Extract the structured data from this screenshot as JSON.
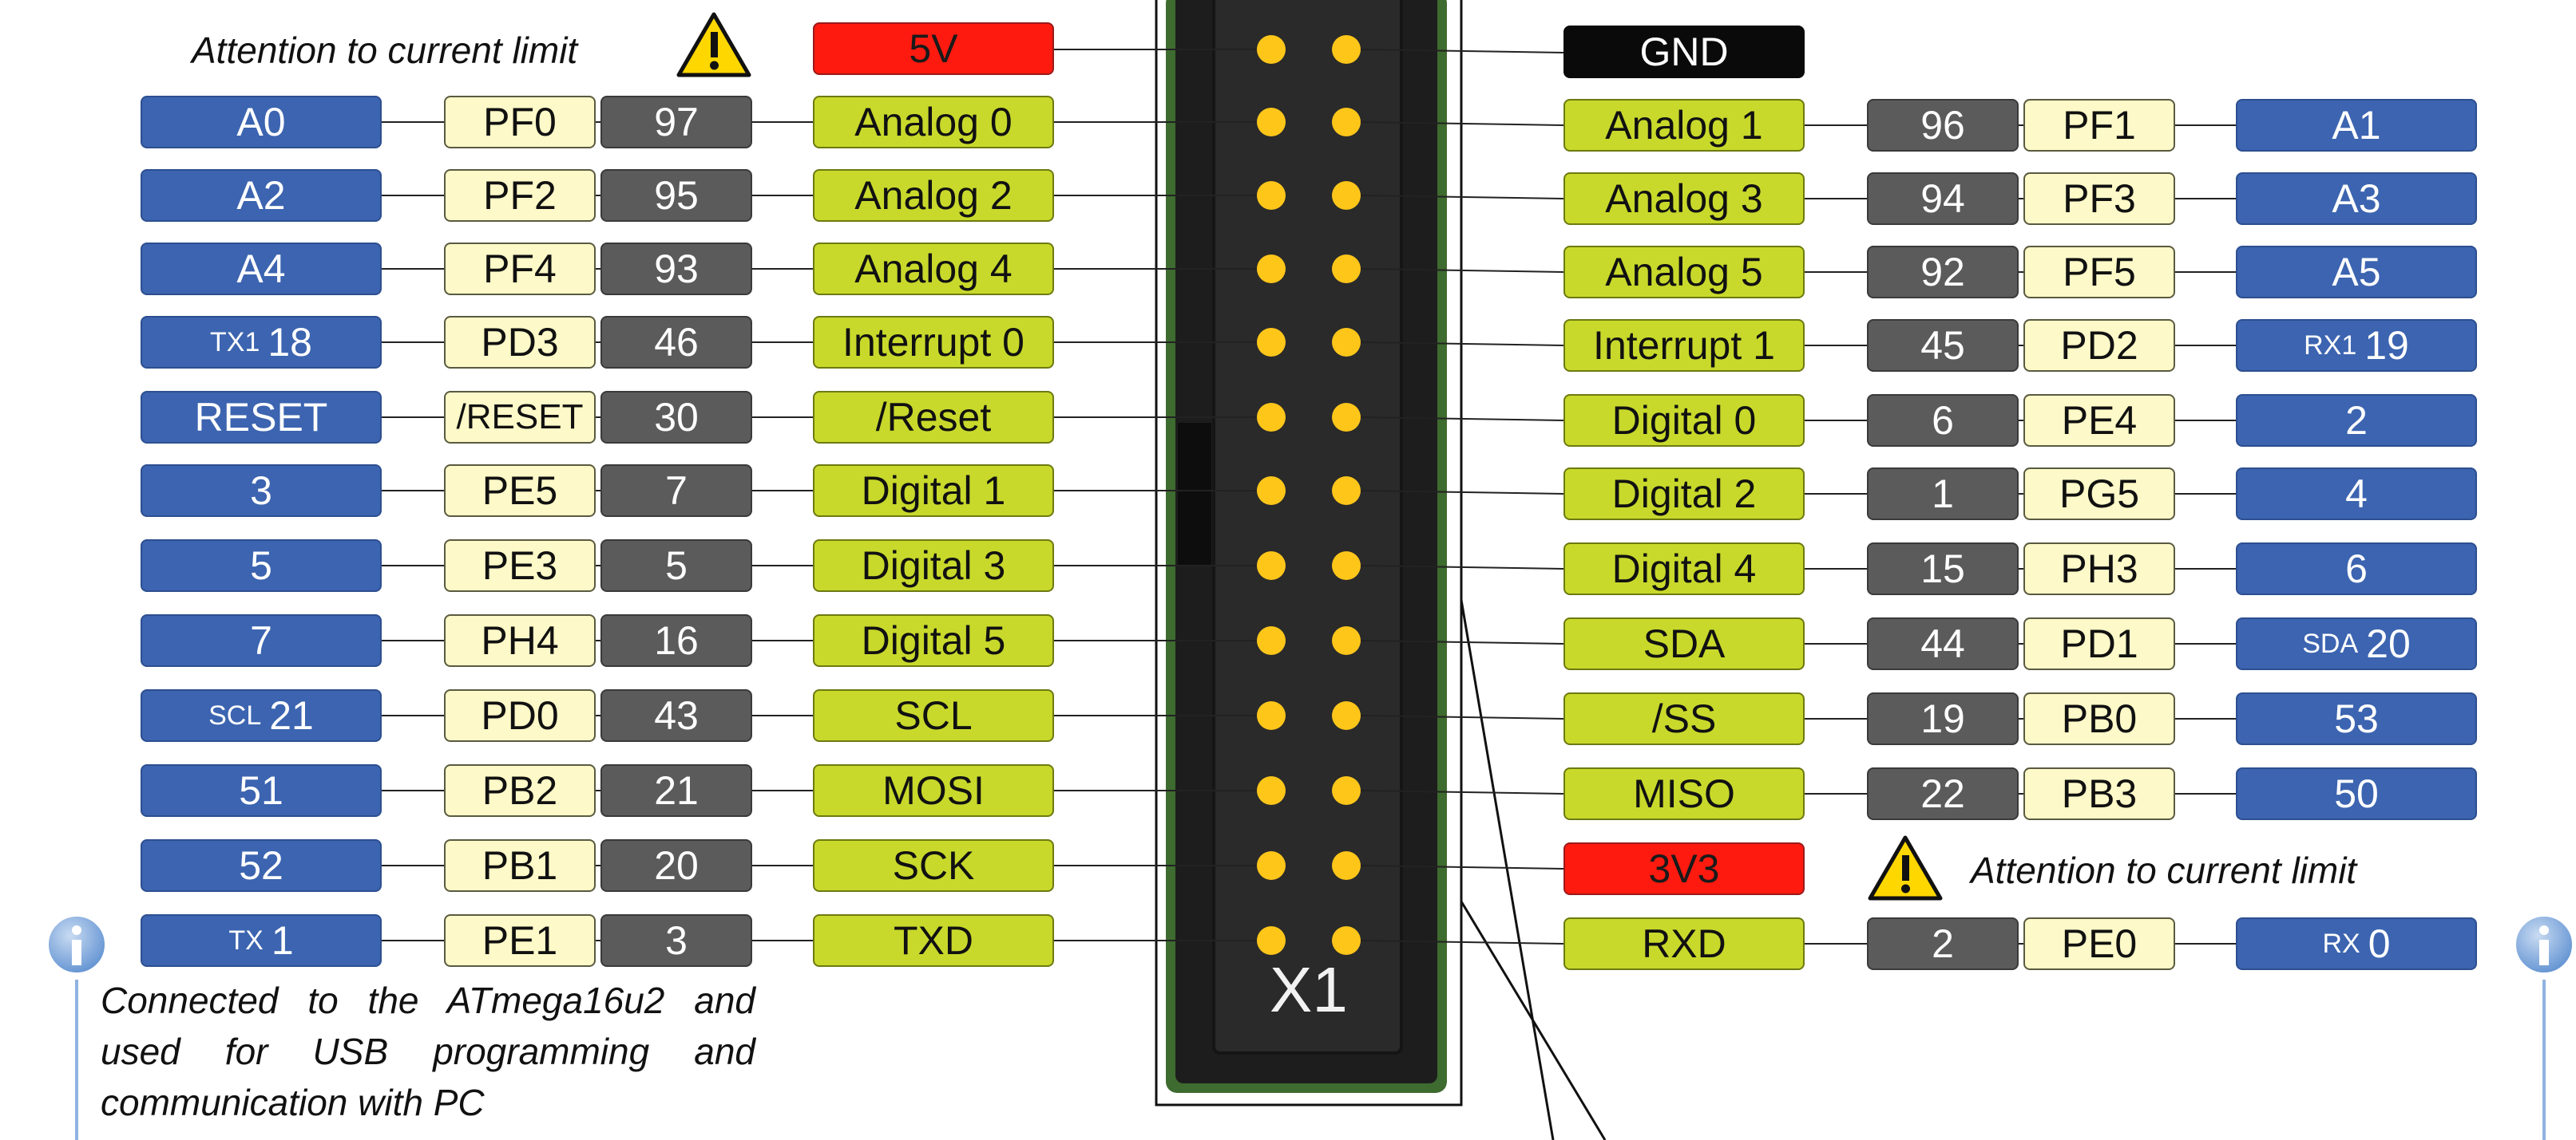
{
  "warnings": {
    "top_left": "Attention to current limit",
    "right": "Attention to current limit"
  },
  "header": {
    "connector_label": "X1",
    "top_left_pin": "5V",
    "top_right_pin": "GND"
  },
  "rows": [
    {
      "lblue": "A0",
      "lblue_small": "",
      "lport": "PF0",
      "lnum": "97",
      "lfunc": "Analog 0",
      "rfunc": "Analog 1",
      "rnum": "96",
      "rport": "PF1",
      "rblue": "A1",
      "rblue_small": ""
    },
    {
      "lblue": "A2",
      "lblue_small": "",
      "lport": "PF2",
      "lnum": "95",
      "lfunc": "Analog 2",
      "rfunc": "Analog 3",
      "rnum": "94",
      "rport": "PF3",
      "rblue": "A3",
      "rblue_small": ""
    },
    {
      "lblue": "A4",
      "lblue_small": "",
      "lport": "PF4",
      "lnum": "93",
      "lfunc": "Analog 4",
      "rfunc": "Analog 5",
      "rnum": "92",
      "rport": "PF5",
      "rblue": "A5",
      "rblue_small": ""
    },
    {
      "lblue": "18",
      "lblue_small": "TX1",
      "lport": "PD3",
      "lnum": "46",
      "lfunc": "Interrupt 0",
      "rfunc": "Interrupt 1",
      "rnum": "45",
      "rport": "PD2",
      "rblue": "19",
      "rblue_small": "RX1"
    },
    {
      "lblue": "RESET",
      "lblue_small": "",
      "lport": "/RESET",
      "lnum": "30",
      "lfunc": "/Reset",
      "rfunc": "Digital 0",
      "rnum": "6",
      "rport": "PE4",
      "rblue": "2",
      "rblue_small": ""
    },
    {
      "lblue": "3",
      "lblue_small": "",
      "lport": "PE5",
      "lnum": "7",
      "lfunc": "Digital 1",
      "rfunc": "Digital 2",
      "rnum": "1",
      "rport": "PG5",
      "rblue": "4",
      "rblue_small": ""
    },
    {
      "lblue": "5",
      "lblue_small": "",
      "lport": "PE3",
      "lnum": "5",
      "lfunc": "Digital 3",
      "rfunc": "Digital 4",
      "rnum": "15",
      "rport": "PH3",
      "rblue": "6",
      "rblue_small": ""
    },
    {
      "lblue": "7",
      "lblue_small": "",
      "lport": "PH4",
      "lnum": "16",
      "lfunc": "Digital 5",
      "rfunc": "SDA",
      "rnum": "44",
      "rport": "PD1",
      "rblue": "20",
      "rblue_small": "SDA"
    },
    {
      "lblue": "21",
      "lblue_small": "SCL",
      "lport": "PD0",
      "lnum": "43",
      "lfunc": "SCL",
      "rfunc": "/SS",
      "rnum": "19",
      "rport": "PB0",
      "rblue": "53",
      "rblue_small": ""
    },
    {
      "lblue": "51",
      "lblue_small": "",
      "lport": "PB2",
      "lnum": "21",
      "lfunc": "MOSI",
      "rfunc": "MISO",
      "rnum": "22",
      "rport": "PB3",
      "rblue": "50",
      "rblue_small": ""
    },
    {
      "lblue": "52",
      "lblue_small": "",
      "lport": "PB1",
      "lnum": "20",
      "lfunc": "SCK",
      "rfunc": "3V3",
      "rnum": "",
      "rport": "",
      "rblue": "",
      "rblue_small": ""
    },
    {
      "lblue": "1",
      "lblue_small": "TX",
      "lport": "PE1",
      "lnum": "3",
      "lfunc": "TXD",
      "rfunc": "RXD",
      "rnum": "2",
      "rport": "PE0",
      "rblue": "0",
      "rblue_small": "RX"
    }
  ],
  "note": "Connected to the ATmega16u2 and used for USB programming and communication with PC",
  "icons": {
    "info": "info-icon",
    "warning": "warning-icon"
  },
  "colors": {
    "arduino_pin": "#3c64b0",
    "port": "#fdf9c8",
    "pin_number": "#5b5b5b",
    "function": "#c8d92b",
    "power": "#ff1a10",
    "ground": "#0a0a0a",
    "header_pin": "#ffc61a"
  }
}
